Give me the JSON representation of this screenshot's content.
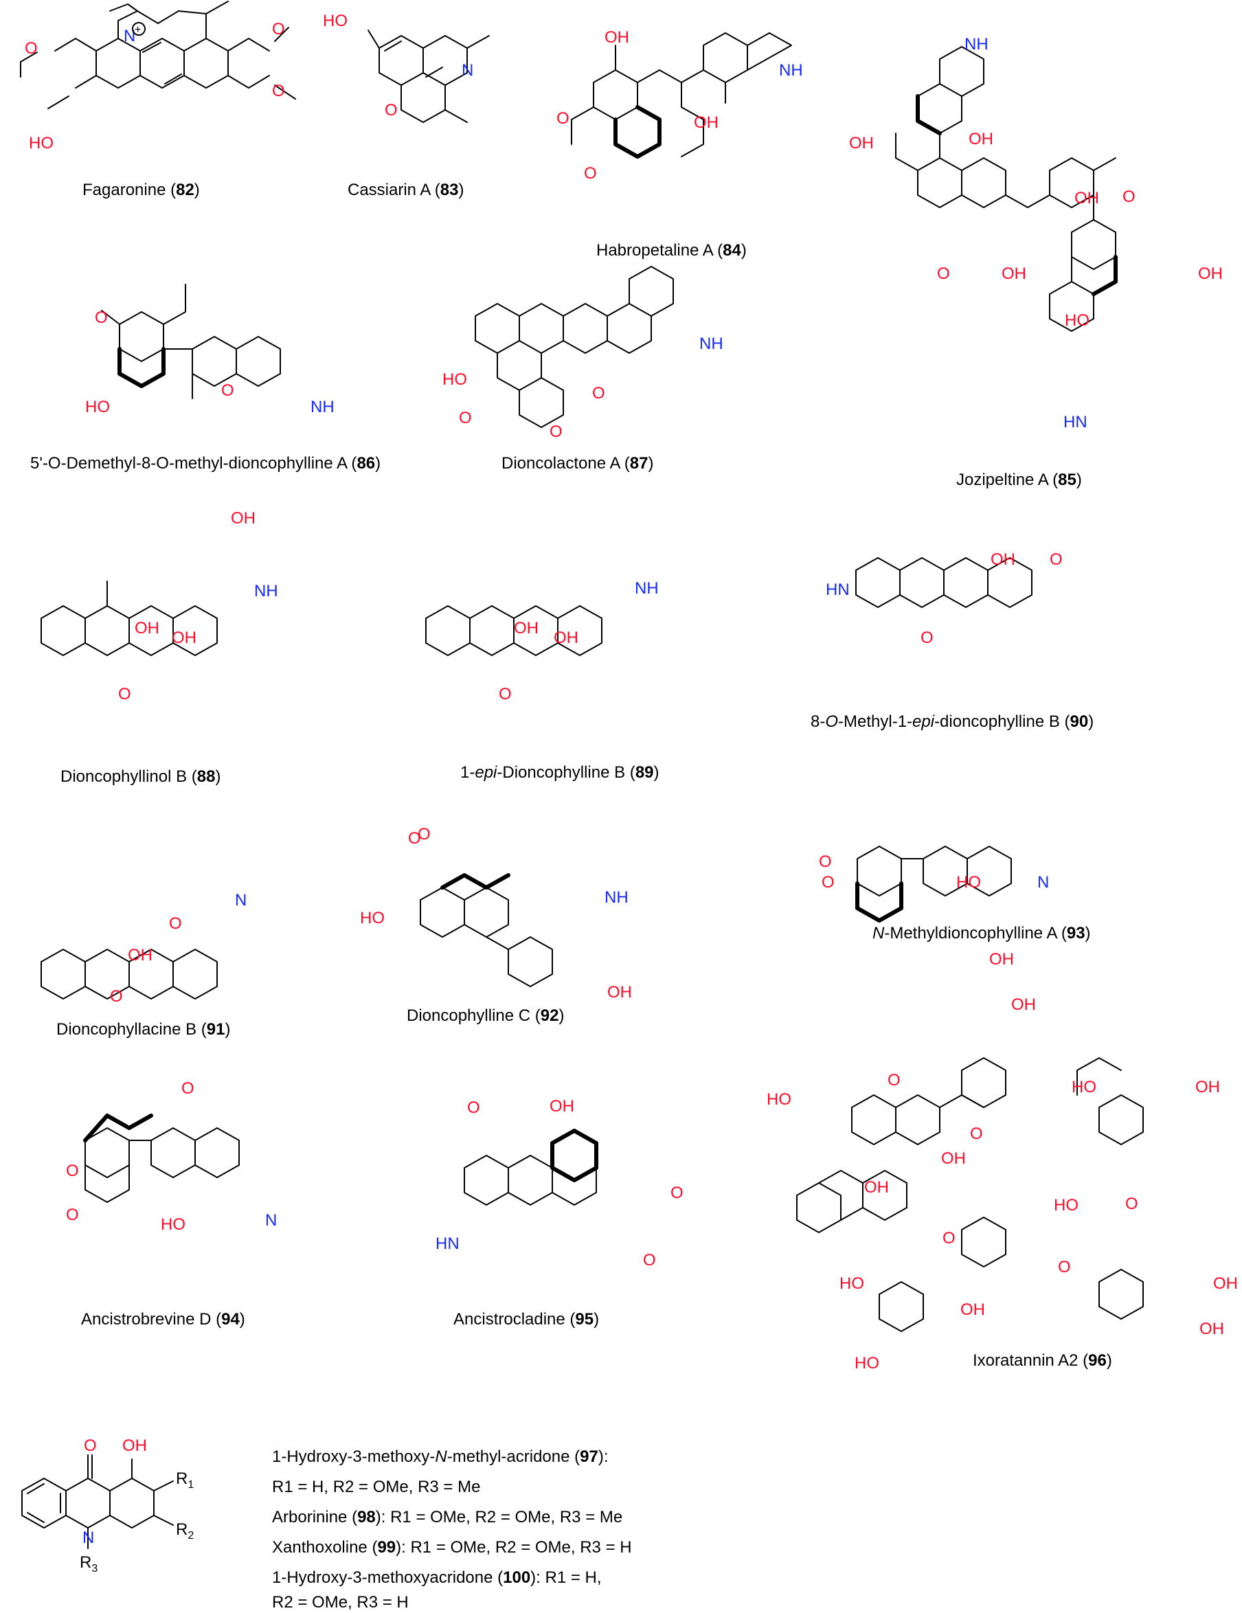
{
  "compounds": [
    {
      "name": "Fagaronine",
      "num": "82"
    },
    {
      "name": "Cassiarin A",
      "num": "83"
    },
    {
      "name": "Habropetaline A",
      "num": "84"
    },
    {
      "name": "Jozipeltine A",
      "num": "85"
    },
    {
      "name": "5'-O-Demethyl-8-O-methyl-dioncophylline A",
      "num": "86"
    },
    {
      "name": "Dioncolactone A",
      "num": "87"
    },
    {
      "name": "Dioncophyllinol B",
      "num": "88"
    },
    {
      "name": "1-",
      "italic": "epi",
      "rest": "-Dioncophylline B",
      "num": "89"
    },
    {
      "name": "8-",
      "italic": "O",
      "mid": "-Methyl-1-",
      "italic2": "epi",
      "rest": "-dioncophylline B",
      "num": "90"
    },
    {
      "name": "Dioncophyllacine B",
      "num": "91"
    },
    {
      "name": "Dioncophylline C",
      "num": "92"
    },
    {
      "name": "N",
      "rest": "-Methyldioncophylline A",
      "num": "93"
    },
    {
      "name": "Ancistrobrevine D",
      "num": "94"
    },
    {
      "name": "Ancistrocladine",
      "num": "95"
    },
    {
      "name": "Ixoratannin A2",
      "num": "96"
    }
  ],
  "acridones": {
    "line1_a": "1-Hydroxy-3-methoxy-",
    "line1_n": "N",
    "line1_b": "-methyl-acridone (",
    "line1_num": "97",
    "line1_c": "):",
    "line2": "R1 = H, R2 = OMe, R3 = Me",
    "line3_a": "Arborinine (",
    "line3_num": "98",
    "line3_b": "): R1 = OMe, R2 = OMe, R3 = Me",
    "line4_a": "Xanthoxoline (",
    "line4_num": "99",
    "line4_b": "): R1 = OMe, R2 = OMe, R3 = H",
    "line5_a": "1-Hydroxy-3-methoxyacridone (",
    "line5_num": "100",
    "line5_b": "): R1 = H,",
    "line6": "R2 = OMe, R3 = H"
  },
  "atoms": {
    "OH": "OH",
    "HO": "HO",
    "O": "O",
    "N": "N",
    "NH": "NH",
    "HN": "HN",
    "H": "H",
    "R1": "R",
    "R2": "R",
    "R3": "R",
    "s1": "1",
    "s2": "2",
    "s3": "3",
    "plus": "+"
  }
}
